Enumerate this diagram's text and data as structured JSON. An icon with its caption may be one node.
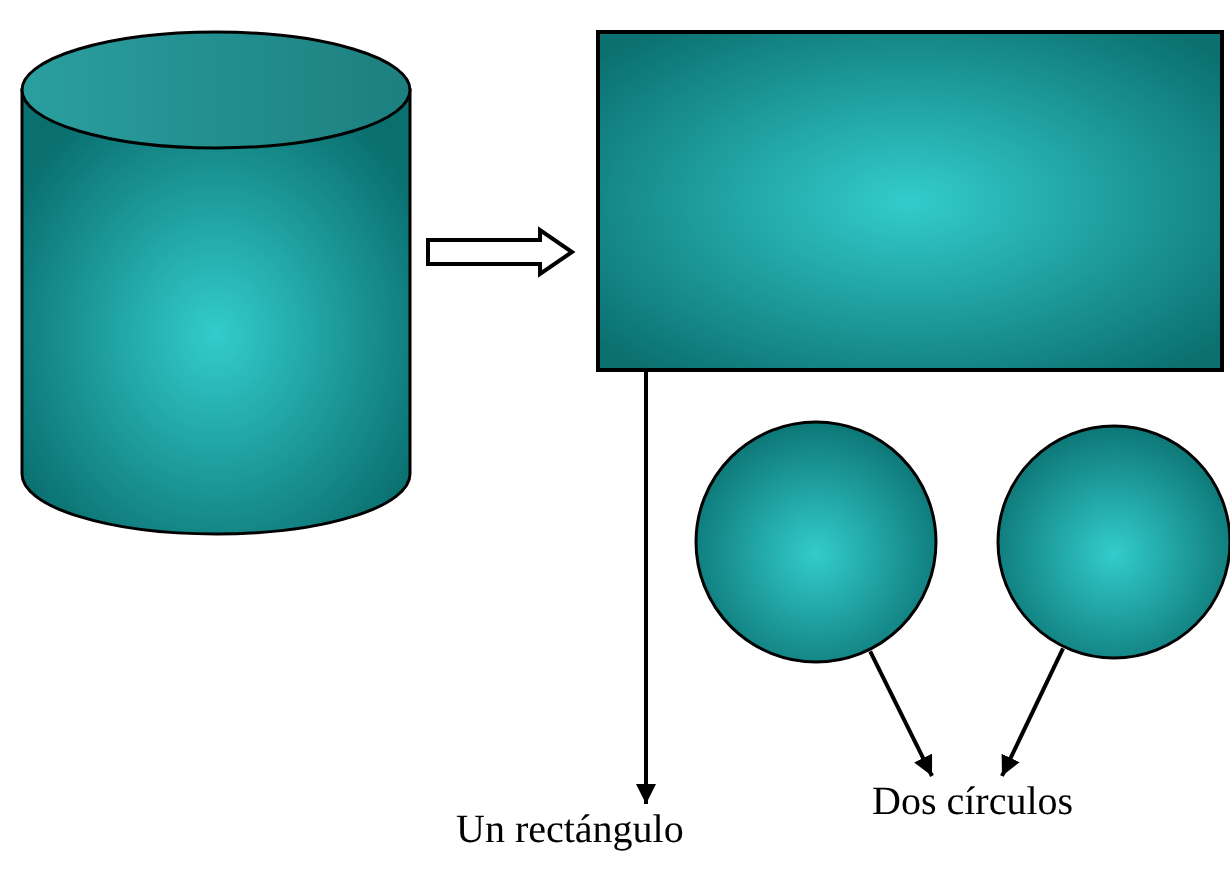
{
  "diagram": {
    "nodes": [
      {
        "text": [],
        "shape": "cylinder"
      },
      {
        "text": [],
        "shape": "box"
      },
      {
        "text": [],
        "shape": "circle"
      },
      {
        "text": [],
        "shape": "circle"
      },
      {
        "text": [
          "Un rectángulo"
        ]
      },
      {
        "text": [
          "Dos círculos"
        ]
      }
    ],
    "edges": [
      {
        "from": 0,
        "to": 1,
        "arrow": "to",
        "style": "thick"
      },
      {
        "from": 1,
        "to": 4,
        "arrow": "to"
      },
      {
        "from": 2,
        "to": 5,
        "arrow": "to"
      },
      {
        "from": 3,
        "to": 5,
        "arrow": "to"
      }
    ]
  }
}
